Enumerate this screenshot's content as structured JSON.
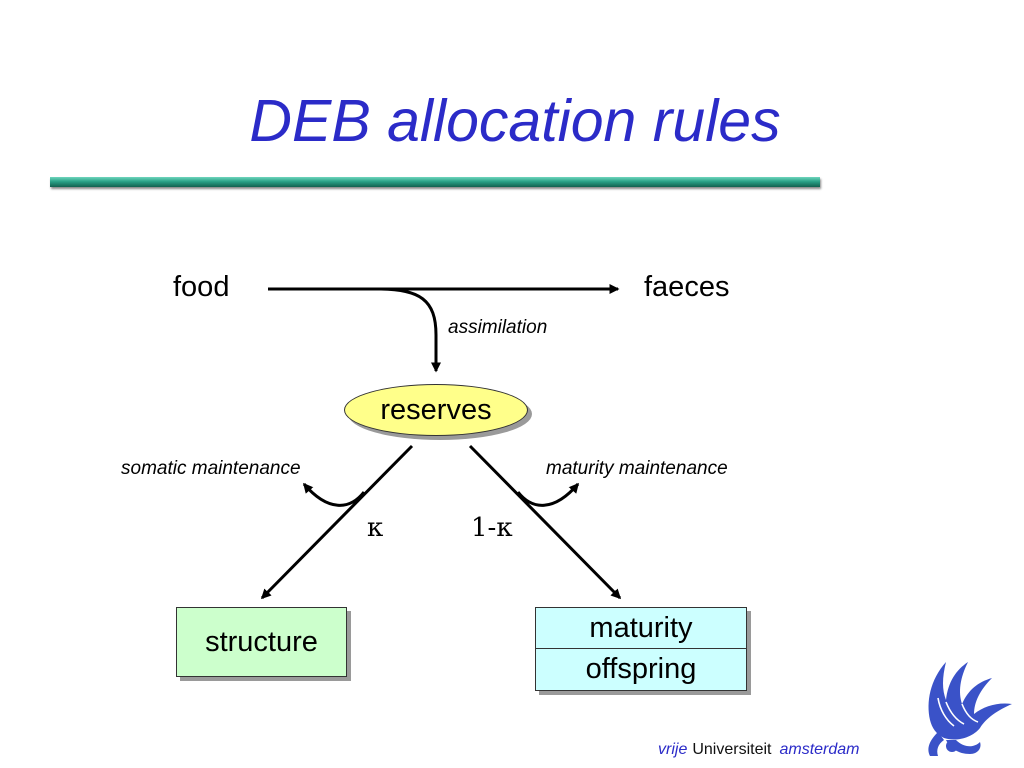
{
  "title": "DEB allocation rules",
  "labels": {
    "food": "food",
    "faeces": "faeces",
    "assimilation": "assimilation",
    "somatic_maintenance": "somatic maintenance",
    "maturity_maintenance": "maturity maintenance",
    "kappa": "κ",
    "one_minus_kappa": "1-κ"
  },
  "nodes": {
    "reserves": "reserves",
    "structure": "structure",
    "maturity": "maturity",
    "offspring": "offspring"
  },
  "colors": {
    "title": "#2b2bc8",
    "reserves_fill": "#ffff8a",
    "structure_fill": "#ccffcc",
    "maturity_fill": "#ccffff",
    "rule_green": "#2aa187",
    "logo_blue": "#3a52c8"
  },
  "footer": {
    "vrije": "vrije",
    "universiteit": "Universiteit",
    "amsterdam": "amsterdam"
  },
  "logo_icon": "griffin-logo-icon"
}
